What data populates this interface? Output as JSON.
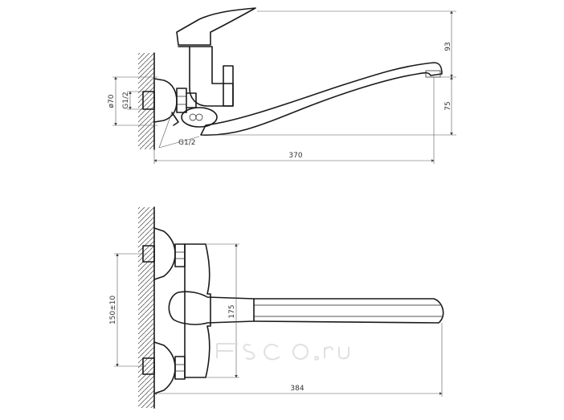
{
  "top_view": {
    "dims": {
      "outlet_height": "93",
      "spout_height": "75",
      "spout_length": "370",
      "flange_diameter": "ø70",
      "thread_top": "G1/2",
      "thread_bottom": "G1/2"
    }
  },
  "bottom_view": {
    "dims": {
      "inlet_spacing": "150±10",
      "body_height": "175",
      "spout_reach": "384"
    }
  },
  "watermark": {
    "text": "ESCO.ru"
  }
}
